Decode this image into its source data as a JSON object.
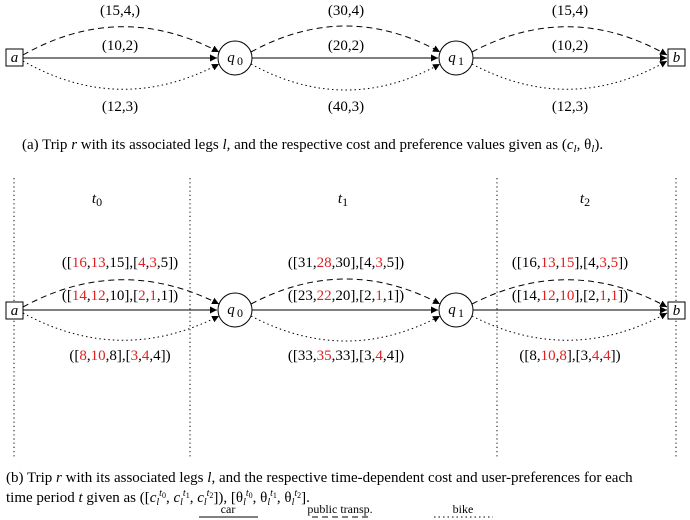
{
  "top": {
    "nodes": {
      "a": "a",
      "q0": "q",
      "q0_sub": "0",
      "q1": "q",
      "q1_sub": "1",
      "b": "b"
    },
    "edges": {
      "seg1": {
        "public": "(15,4,)",
        "car": "(10,2)",
        "bike": "(12,3)"
      },
      "seg2": {
        "public": "(30,4)",
        "car": "(20,2)",
        "bike": "(40,3)"
      },
      "seg3": {
        "public": "(15,4)",
        "car": "(10,2)",
        "bike": "(12,3)"
      }
    },
    "caption": "(a) Trip r with its associated legs l, and the respective cost and preference values given as (c_l, θ_l)."
  },
  "bottom": {
    "periods": [
      "t0",
      "t1",
      "t2"
    ],
    "edges": {
      "seg1": {
        "public": {
          "cost": [
            "16",
            "13",
            "15"
          ],
          "pref": [
            "4",
            "3",
            "5"
          ],
          "red_cost": [
            0,
            1
          ],
          "red_pref": [
            0,
            1
          ]
        },
        "car": {
          "cost": [
            "14",
            "12",
            "10"
          ],
          "pref": [
            "2",
            "1",
            "1"
          ],
          "red_cost": [
            0,
            1
          ],
          "red_pref": [
            0,
            1
          ]
        },
        "bike": {
          "cost": [
            "8",
            "10",
            "8"
          ],
          "pref": [
            "3",
            "4",
            "4"
          ],
          "red_cost": [
            0,
            1
          ],
          "red_pref": [
            0,
            1
          ]
        }
      },
      "seg2": {
        "public": {
          "cost": [
            "31",
            "28",
            "30"
          ],
          "pref": [
            "4",
            "3",
            "5"
          ],
          "red_cost": [
            1
          ],
          "red_pref": [
            1
          ]
        },
        "car": {
          "cost": [
            "23",
            "22",
            "20"
          ],
          "pref": [
            "2",
            "1",
            "1"
          ],
          "red_cost": [
            1
          ],
          "red_pref": [
            1
          ]
        },
        "bike": {
          "cost": [
            "33",
            "35",
            "33"
          ],
          "pref": [
            "3",
            "4",
            "4"
          ],
          "red_cost": [
            1
          ],
          "red_pref": [
            1
          ]
        }
      },
      "seg3": {
        "public": {
          "cost": [
            "16",
            "13",
            "15"
          ],
          "pref": [
            "4",
            "3",
            "5"
          ],
          "red_cost": [
            1,
            2
          ],
          "red_pref": [
            1,
            2
          ]
        },
        "car": {
          "cost": [
            "14",
            "12",
            "10"
          ],
          "pref": [
            "2",
            "1",
            "1"
          ],
          "red_cost": [
            1,
            2
          ],
          "red_pref": [
            1,
            2
          ]
        },
        "bike": {
          "cost": [
            "8",
            "10",
            "8"
          ],
          "pref": [
            "3",
            "4",
            "4"
          ],
          "red_cost": [
            1,
            2
          ],
          "red_pref": [
            1,
            2
          ]
        }
      }
    },
    "caption_line1": "(b) Trip r with its associated legs l, and the respective time-dependent cost and user-preferences for each",
    "caption_line2": "time period t given as ([c_l^t0, c_l^t1, c_l^t2]), [θ_l^t0, θ_l^t1, θ_l^t2]."
  },
  "legend": {
    "car": "car",
    "public": "public transp.",
    "bike": "bike"
  },
  "colors": {
    "highlight": "#e02020",
    "ink": "#000000"
  }
}
